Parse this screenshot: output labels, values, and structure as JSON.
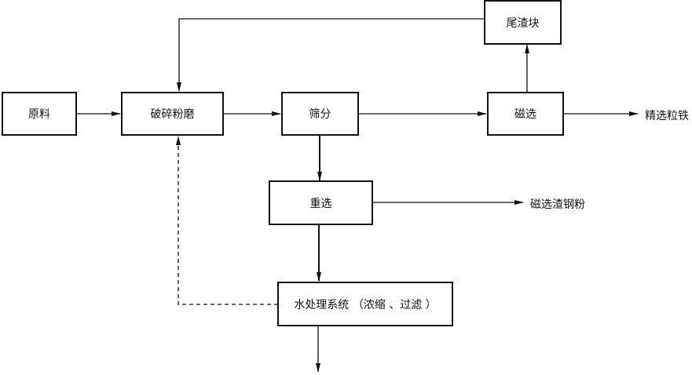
{
  "diagram": {
    "type": "process-flowchart",
    "nodes": {
      "raw_material": "原料",
      "crushing_grinding": "破碎粉磨",
      "screening": "筛分",
      "magnetic_separation": "磁选",
      "tailing_slag_block": "尾渣块",
      "gravity_separation": "重选",
      "water_treatment": "水处理系统 （浓缩 、过滤 ）"
    },
    "outputs": {
      "refined_iron_granules": "精选粒铁",
      "magnetic_slag_steel_powder": "磁选渣钢粉"
    },
    "edges": [
      {
        "from": "原料",
        "to": "破碎粉磨",
        "style": "solid"
      },
      {
        "from": "破碎粉磨",
        "to": "筛分",
        "style": "solid"
      },
      {
        "from": "筛分",
        "to": "磁选",
        "style": "solid"
      },
      {
        "from": "磁选",
        "to": "精选粒铁",
        "style": "solid"
      },
      {
        "from": "磁选",
        "to": "尾渣块",
        "style": "solid"
      },
      {
        "from": "尾渣块",
        "to": "破碎粉磨",
        "style": "solid"
      },
      {
        "from": "筛分",
        "to": "重选",
        "style": "solid"
      },
      {
        "from": "重选",
        "to": "磁选渣钢粉",
        "style": "solid"
      },
      {
        "from": "重选",
        "to": "水处理系统",
        "style": "solid"
      },
      {
        "from": "水处理系统",
        "to": "破碎粉磨",
        "style": "dashed"
      },
      {
        "from": "水处理系统",
        "to": "(down)",
        "style": "solid"
      }
    ]
  }
}
